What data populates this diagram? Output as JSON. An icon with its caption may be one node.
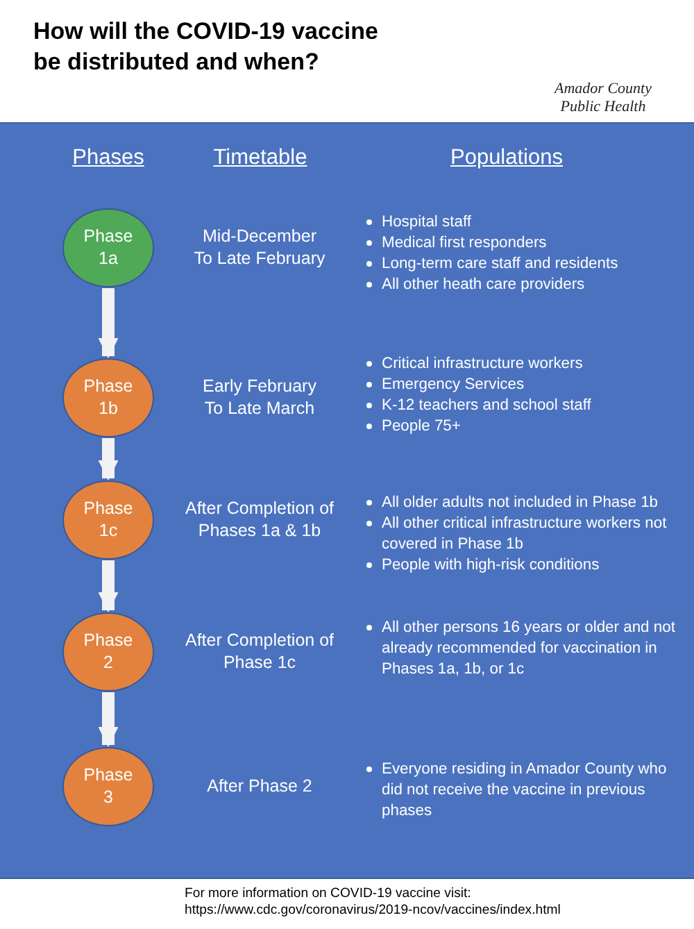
{
  "diagram": {
    "title": "How will the COVID-19 vaccine be distributed and when?",
    "nodes": [
      {
        "text": [
          "Phase 1a"
        ],
        "beside": [
          "Mid-December To Late February"
        ]
      },
      {
        "text": [
          "Phase 1b"
        ],
        "beside": [
          "Early February To Late March"
        ]
      },
      {
        "text": [
          "Phase 1c"
        ],
        "beside": [
          "After Completion of Phases 1a & 1b"
        ]
      },
      {
        "text": [
          "Phase 2"
        ],
        "beside": [
          "After Completion of Phase 1c"
        ]
      },
      {
        "text": [
          "Phase 3"
        ],
        "beside": [
          "After Phase 2"
        ]
      }
    ],
    "edges": [
      {
        "from": 0,
        "to": 1,
        "arrow": "to"
      },
      {
        "from": 1,
        "to": 2,
        "arrow": "to"
      },
      {
        "from": 2,
        "to": 3,
        "arrow": "to"
      },
      {
        "from": 3,
        "to": 4,
        "arrow": "to"
      }
    ],
    "labels": [
      "Amador County Public Health",
      "Phases",
      "Timetable",
      "Populations",
      "Hospital staff",
      "Medical first responders",
      "Long-term care staff and residents",
      "All other heath care providers",
      "Critical infrastructure workers",
      "Emergency Services",
      "K-12 teachers and school staff",
      "People 75+",
      "All older adults not included in Phase 1b",
      "All other critical infrastructure workers not covered in Phase 1b",
      "People with high-risk conditions",
      "All other persons 16 years or older and not already recommended for vaccination in Phases 1a, 1b, or 1c",
      "Everyone residing in Amador County who did not receive the vaccine in previous phases",
      "For more information on COVID-19 vaccine visit:",
      "https://www.cdc.gov/coronavirus/2019-ncov/vaccines/index.html"
    ]
  }
}
